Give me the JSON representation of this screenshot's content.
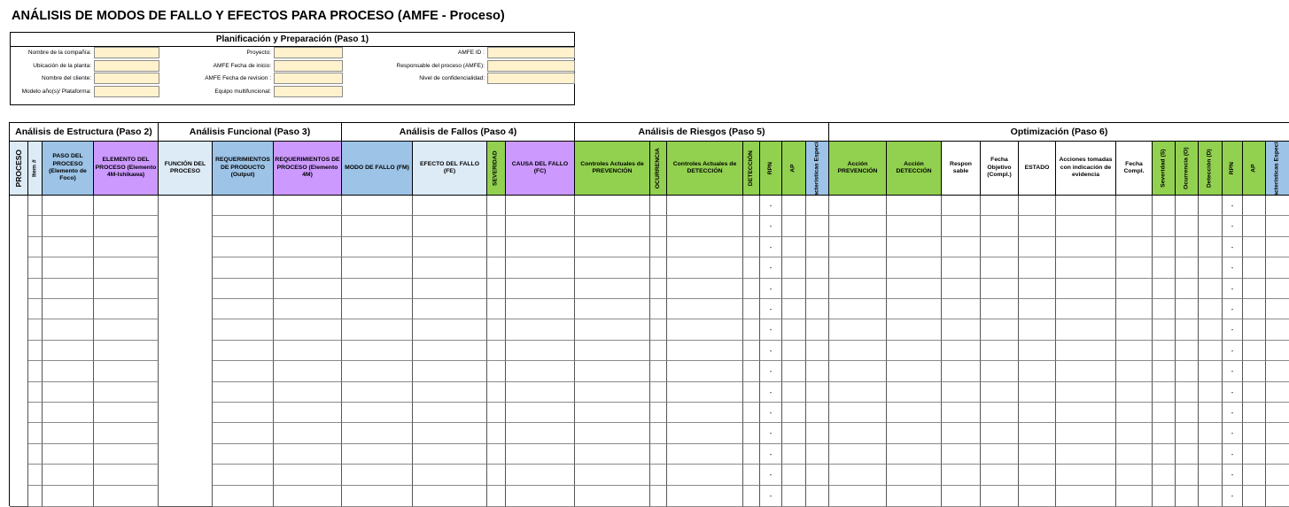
{
  "title": "ANÁLISIS DE MODOS DE FALLO Y EFECTOS PARA PROCESO (AMFE - Proceso)",
  "planning": {
    "heading": "Planificación y Preparación (Paso 1)",
    "col1": [
      {
        "label": "Nombre de la compañía:",
        "value": ""
      },
      {
        "label": "Ubicación de la planta:",
        "value": ""
      },
      {
        "label": "Nombre del cliente:",
        "value": ""
      },
      {
        "label": "Modelo año(s)/ Plataforma:",
        "value": ""
      }
    ],
    "col2": [
      {
        "label": "Proyecto:",
        "value": ""
      },
      {
        "label": "AMFE Fecha de inicio:",
        "value": ""
      },
      {
        "label": "AMFE Fecha de revision :",
        "value": ""
      },
      {
        "label": "Equipo multifuncional:",
        "value": ""
      }
    ],
    "col3": [
      {
        "label": "AMFE ID :",
        "value": ""
      },
      {
        "label": "Responsable del proceso (AMFE):",
        "value": ""
      },
      {
        "label": "Nivel de confidencialidad:",
        "value": ""
      }
    ]
  },
  "sections": [
    "Análisis de Estructura (Paso 2)",
    "Análisis Funcional (Paso 3)",
    "Análisis de Fallos (Paso 4)",
    "Análisis de Riesgos (Paso 5)",
    "Optimización (Paso 6)"
  ],
  "columns": [
    {
      "label": "PROCESO",
      "color": "#ddebf7",
      "vertical": true
    },
    {
      "label": "Item #",
      "color": "#ddebf7",
      "vertical": true
    },
    {
      "label": "PASO DEL PROCESO (Elemento de Foco)",
      "color": "#9dc3e6",
      "vertical": false
    },
    {
      "label": "ELEMENTO DEL PROCESO (Elemento 4M-Ishikawa)",
      "color": "#cc99ff",
      "vertical": false
    },
    {
      "label": "FUNCIÓN DEL PROCESO",
      "color": "#ddebf7",
      "vertical": false
    },
    {
      "label": "REQUERIMIENTOS DE PRODUCTO (Output)",
      "color": "#9dc3e6",
      "vertical": false
    },
    {
      "label": "REQUERIMIENTOS DE PROCESO (Elemento 4M)",
      "color": "#cc99ff",
      "vertical": false
    },
    {
      "label": "MODO DE FALLO (FM)",
      "color": "#9dc3e6",
      "vertical": false
    },
    {
      "label": "EFECTO DEL FALLO (FE)",
      "color": "#ddebf7",
      "vertical": false
    },
    {
      "label": "SEVERIDAD",
      "color": "#92d050",
      "vertical": true
    },
    {
      "label": "CAUSA DEL FALLO (FC)",
      "color": "#cc99ff",
      "vertical": false
    },
    {
      "label": "Controles Actuales de PREVENCIÓN",
      "color": "#92d050",
      "vertical": false
    },
    {
      "label": "OCURRENCIA",
      "color": "#92d050",
      "vertical": true
    },
    {
      "label": "Controles Actuales de DETECCIÓN",
      "color": "#92d050",
      "vertical": false
    },
    {
      "label": "DETECCIÓN",
      "color": "#92d050",
      "vertical": true
    },
    {
      "label": "RPN",
      "color": "#92d050",
      "vertical": true
    },
    {
      "label": "AP",
      "color": "#92d050",
      "vertical": true
    },
    {
      "label": "Características Especiales",
      "color": "#9dc3e6",
      "vertical": true
    },
    {
      "label": "Acción PREVENCIÓN",
      "color": "#92d050",
      "vertical": false
    },
    {
      "label": "Acción DETECCIÓN",
      "color": "#92d050",
      "vertical": false
    },
    {
      "label": "Respon sable",
      "color": "#ffffff",
      "vertical": false
    },
    {
      "label": "Fecha Objetivo (Compl.)",
      "color": "#ffffff",
      "vertical": false
    },
    {
      "label": "ESTADO",
      "color": "#ffffff",
      "vertical": false
    },
    {
      "label": "Acciones tomadas con indicación de evidencia",
      "color": "#ffffff",
      "vertical": false
    },
    {
      "label": "Fecha Compl.",
      "color": "#ffffff",
      "vertical": false
    },
    {
      "label": "Severidad (S)",
      "color": "#92d050",
      "vertical": true
    },
    {
      "label": "Ocurrencia (O)",
      "color": "#92d050",
      "vertical": true
    },
    {
      "label": "Detección (D)",
      "color": "#92d050",
      "vertical": true
    },
    {
      "label": "RPN",
      "color": "#92d050",
      "vertical": true
    },
    {
      "label": "AP",
      "color": "#92d050",
      "vertical": true
    },
    {
      "label": "Características Especiales",
      "color": "#9dc3e6",
      "vertical": true
    }
  ],
  "rows": [
    {
      "rpn": "-",
      "rpn2": "-"
    },
    {
      "rpn": "-",
      "rpn2": "-"
    },
    {
      "rpn": "-",
      "rpn2": "-"
    },
    {
      "rpn": "-",
      "rpn2": "-"
    },
    {
      "rpn": "-",
      "rpn2": "-"
    },
    {
      "rpn": "-",
      "rpn2": "-"
    },
    {
      "rpn": "-",
      "rpn2": "-"
    },
    {
      "rpn": "-",
      "rpn2": "-"
    },
    {
      "rpn": "-",
      "rpn2": "-"
    },
    {
      "rpn": "-",
      "rpn2": "-"
    },
    {
      "rpn": "-",
      "rpn2": "-"
    },
    {
      "rpn": "-",
      "rpn2": "-"
    },
    {
      "rpn": "-",
      "rpn2": "-"
    },
    {
      "rpn": "-",
      "rpn2": "-"
    },
    {
      "rpn": "-",
      "rpn2": "-"
    }
  ]
}
